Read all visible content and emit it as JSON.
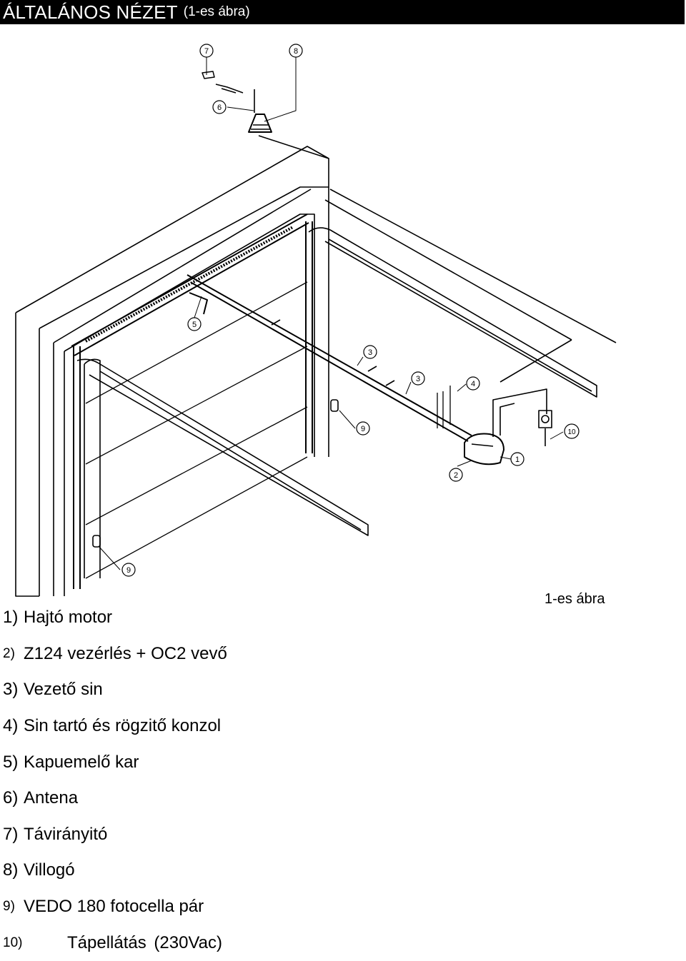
{
  "header": {
    "title": "ÁLTALÁNOS NÉZET",
    "subtitle": "(1-es ábra)"
  },
  "figure": {
    "caption": "1-es ábra",
    "callouts": [
      "1",
      "2",
      "3",
      "3",
      "4",
      "5",
      "6",
      "7",
      "8",
      "9",
      "9",
      "10"
    ]
  },
  "legend": [
    {
      "num": "1)",
      "text": "Hajtó motor"
    },
    {
      "num": "2)",
      "text": "Z124 vezérlés + OC2 vevő"
    },
    {
      "num": "3)",
      "text": "Vezető sin"
    },
    {
      "num": "4)",
      "text": "Sin tartó és rögzitő konzol"
    },
    {
      "num": "5)",
      "text": "Kapuemelő kar"
    },
    {
      "num": "6)",
      "text": "Antena"
    },
    {
      "num": "7)",
      "text": "Távirányitó"
    },
    {
      "num": "8)",
      "text": "Villogó"
    },
    {
      "num": "9)",
      "text": "VEDO 180 fotocella pár"
    },
    {
      "num": "10)",
      "text": "Tápellátás  (230Vac)"
    }
  ]
}
